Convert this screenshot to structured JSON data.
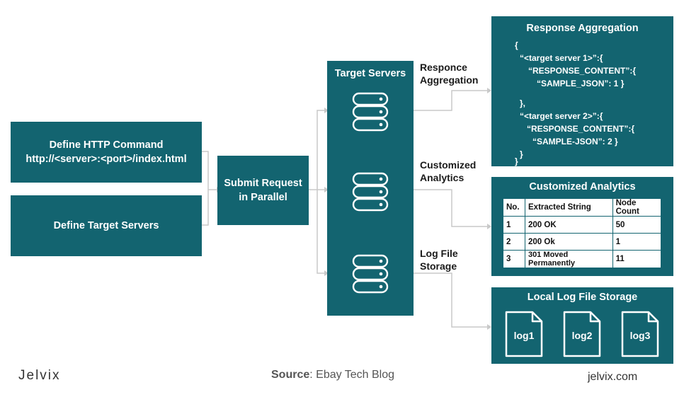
{
  "left_boxes": {
    "http_command": {
      "line1": "Define HTTP Command",
      "line2": "http://<server>:<port>/index.html"
    },
    "target_servers": "Define Target Servers"
  },
  "submit": {
    "line1": "Submit Request",
    "line2": "in Parallel"
  },
  "target_servers_title": "Target Servers",
  "arrow_labels": {
    "aggregation": {
      "line1": "Responce",
      "line2": "Aggregation"
    },
    "analytics": {
      "line1": "Customized",
      "line2": "Analytics"
    },
    "log": {
      "line1": "Log File",
      "line2": "Storage"
    }
  },
  "response_aggregation": {
    "title": "Response Aggregation",
    "json_lines": [
      "{",
      "“<target server 1>”:{",
      "“RESPONSE_CONTENT”:{",
      "“SAMPLE_JSON”: 1 }",
      "},",
      "“<target server 2>”:{",
      "“RESPONSE_CONTENT”:{",
      "“SAMPLE-JSON”: 2 }",
      "}",
      "}"
    ]
  },
  "customized_analytics": {
    "title": "Customized Analytics",
    "columns": [
      "No.",
      "Extracted String",
      "Node Count"
    ],
    "rows": [
      [
        "1",
        "200 OK",
        "50"
      ],
      [
        "2",
        "200 Ok",
        "1"
      ],
      [
        "3",
        "301 Moved Permanently",
        "11"
      ]
    ]
  },
  "local_log": {
    "title": "Local Log File Storage",
    "files": [
      "log1",
      "log2",
      "log3"
    ]
  },
  "footer": {
    "logo": "Jelvix",
    "source_label": "Source",
    "source_text": ": Ebay Tech Blog",
    "site": "jelvix.com"
  },
  "colors": {
    "primary": "#136470",
    "line": "#c9c9c9",
    "text": "#1b1b1b"
  }
}
